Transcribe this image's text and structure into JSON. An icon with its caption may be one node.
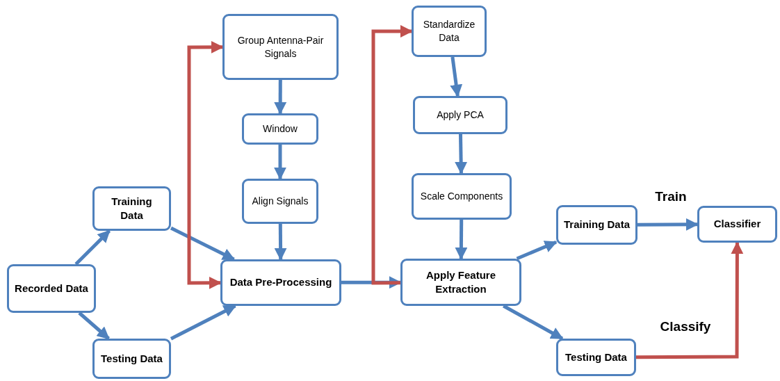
{
  "diagram": {
    "nodes": [
      {
        "text": [
          "Recorded Data"
        ]
      },
      {
        "text": [
          "Training Data"
        ]
      },
      {
        "text": [
          "Testing Data"
        ]
      },
      {
        "text": [
          "Data Pre-Processing"
        ]
      },
      {
        "text": [
          "Group Antenna-Pair Signals"
        ]
      },
      {
        "text": [
          "Window"
        ]
      },
      {
        "text": [
          "Align Signals"
        ]
      },
      {
        "text": [
          "Standardize Data"
        ]
      },
      {
        "text": [
          "Apply PCA"
        ]
      },
      {
        "text": [
          "Scale Components"
        ]
      },
      {
        "text": [
          "Apply Feature Extraction"
        ]
      },
      {
        "text": [
          "Training Data"
        ]
      },
      {
        "text": [
          "Testing Data"
        ]
      },
      {
        "text": [
          "Classifier"
        ]
      }
    ],
    "edges": [
      {
        "from": 0,
        "to": 1,
        "arrow": "to"
      },
      {
        "from": 0,
        "to": 2,
        "arrow": "to"
      },
      {
        "from": 1,
        "to": 3,
        "arrow": "to"
      },
      {
        "from": 2,
        "to": 3,
        "arrow": "to"
      },
      {
        "from": 3,
        "to": 4,
        "arrow": "both",
        "color": "#c0504d"
      },
      {
        "from": 4,
        "to": 5,
        "arrow": "to"
      },
      {
        "from": 5,
        "to": 6,
        "arrow": "to"
      },
      {
        "from": 6,
        "to": 3,
        "arrow": "to"
      },
      {
        "from": 3,
        "to": 10,
        "arrow": "to"
      },
      {
        "from": 10,
        "to": 7,
        "arrow": "to",
        "color": "#c0504d"
      },
      {
        "from": 7,
        "to": 8,
        "arrow": "to"
      },
      {
        "from": 8,
        "to": 9,
        "arrow": "to"
      },
      {
        "from": 9,
        "to": 10,
        "arrow": "to"
      },
      {
        "from": 10,
        "to": 11,
        "arrow": "to"
      },
      {
        "from": 10,
        "to": 12,
        "arrow": "to"
      },
      {
        "from": 11,
        "to": 13,
        "label": "Train",
        "arrow": "to"
      },
      {
        "from": 12,
        "to": 13,
        "label": "Classify",
        "arrow": "to",
        "color": "#c0504d"
      }
    ]
  }
}
